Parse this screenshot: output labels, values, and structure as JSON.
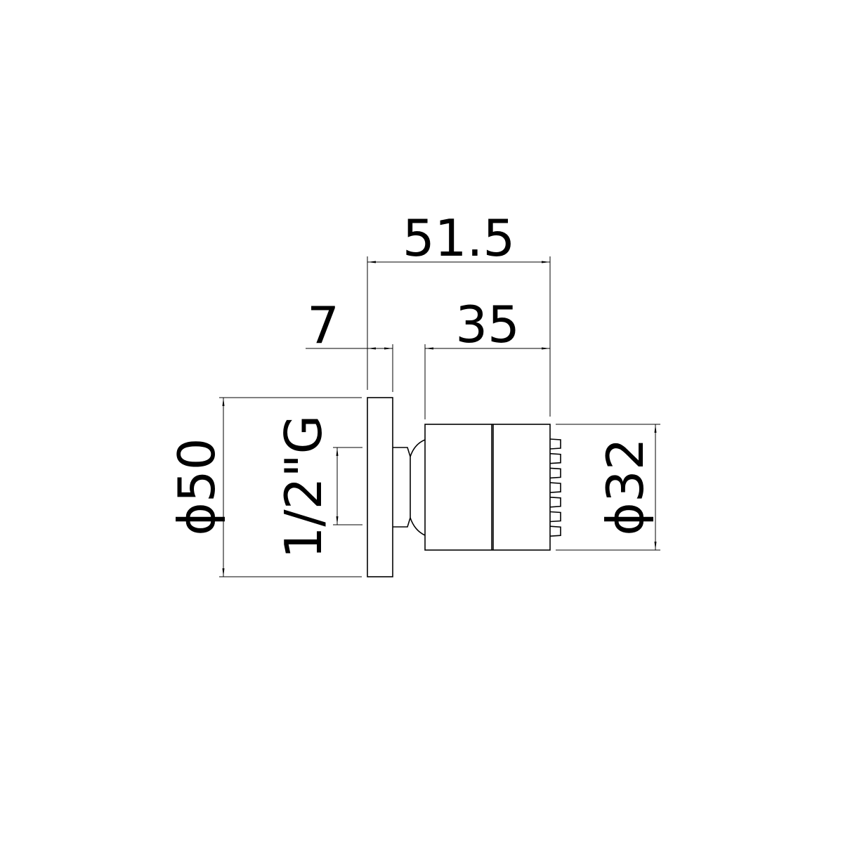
{
  "dimensions": {
    "overall_length": "51.5",
    "plate_thickness": "7",
    "body_length": "35",
    "plate_diameter": "ϕ50",
    "thread": "1/2\"G",
    "body_diameter": "ϕ32"
  },
  "colors": {
    "line": "#000000",
    "background": "#ffffff"
  }
}
